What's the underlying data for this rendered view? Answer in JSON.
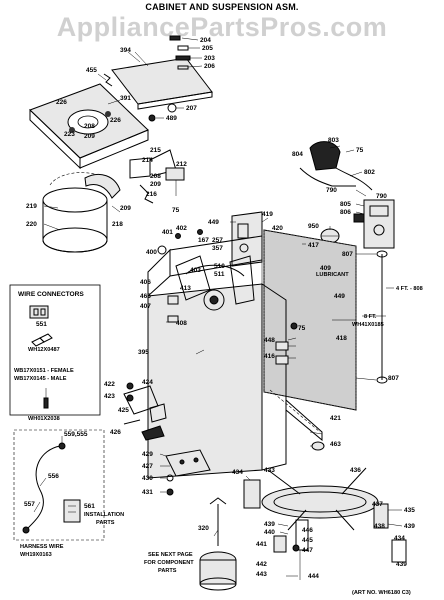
{
  "title": "CABINET AND SUSPENSION ASM.",
  "watermark": "AppliancePartsPros.com",
  "art_no": "(ART NO. WH6180 C3)",
  "see_next_page": [
    "SEE NEXT PAGE",
    "FOR COMPONENT",
    "PARTS"
  ],
  "wire_connectors": {
    "heading": "WIRE CONNECTORS",
    "items": [
      "WH12X0487",
      "WB17X0151 - FEMALE",
      "WB17X0145 - MALE",
      "WH01X2038"
    ]
  },
  "harness": {
    "title": "HARNESS WIRE",
    "part": "WH19X0163"
  },
  "installation": [
    "INSTALLATION",
    "PARTS"
  ],
  "lubricant": "LUBRICANT",
  "hoses": {
    "four_ft": "4 FT. - 808",
    "eight_ft": "8 FT.",
    "eight_ft_part": "WH41X0185"
  },
  "callouts": {
    "c394": "394",
    "c455": "455",
    "c391": "391",
    "c226a": "226",
    "c226b": "226",
    "c223": "223",
    "c208a": "208",
    "c209a": "209",
    "c204": "204",
    "c205": "205",
    "c203": "203",
    "c206": "206",
    "c207": "207",
    "c489": "489",
    "c803": "803",
    "c75a": "75",
    "c804": "804",
    "c802": "802",
    "c790a": "790",
    "c790b": "790",
    "c805": "805",
    "c806": "806",
    "c215": "215",
    "c214": "214",
    "c212": "212",
    "c208b": "208",
    "c209b": "209",
    "c216": "216",
    "c75b": "75",
    "c219": "219",
    "c220": "220",
    "c218": "218",
    "c449a": "449",
    "c419": "419",
    "c420": "420",
    "c950": "950",
    "c417": "417",
    "c807a": "807",
    "c401": "401",
    "c402": "402",
    "c167": "167",
    "c257": "257",
    "c357": "357",
    "c510": "510",
    "c511": "511",
    "c400": "400",
    "c403": "403",
    "c409": "409",
    "c406": "406",
    "c413": "413",
    "c465": "465",
    "c407": "407",
    "c408": "408",
    "c449b": "449",
    "c395": "395",
    "c448": "448",
    "c416": "416",
    "c75c": "75",
    "c418": "418",
    "c807b": "807",
    "c551": "551",
    "c422": "422",
    "c424": "424",
    "c425": "425",
    "c423": "423",
    "c426": "426",
    "c421": "421",
    "c463": "463",
    "c429": "429",
    "c427": "427",
    "c430": "430",
    "c431": "431",
    "c559": "559,555",
    "c556": "556",
    "c557": "557",
    "c561": "561",
    "c434a": "434",
    "c433": "433",
    "c436": "436",
    "c437": "437",
    "c435": "435",
    "c438": "438",
    "c439a": "439",
    "c439b": "439",
    "c440": "440",
    "c446": "446",
    "c445": "445",
    "c447": "447",
    "c434b": "434",
    "c441": "441",
    "c442": "442",
    "c443": "443",
    "c444": "444",
    "c320": "320"
  }
}
